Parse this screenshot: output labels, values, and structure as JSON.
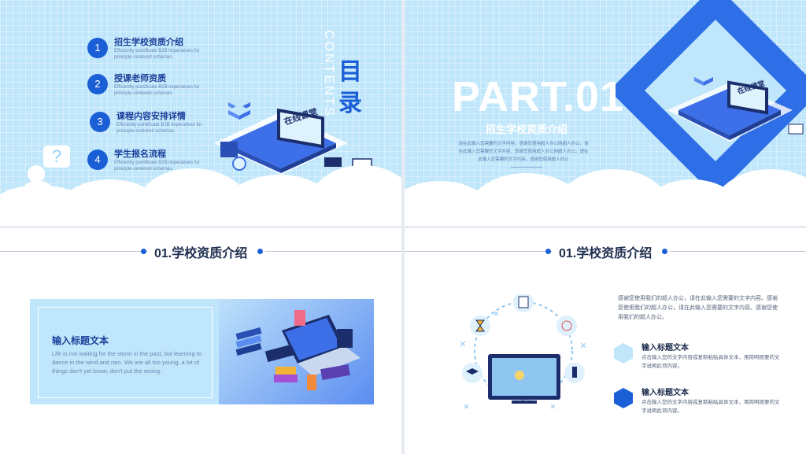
{
  "slide1": {
    "contents_en": "CONTENTS",
    "contents_cn": "目录",
    "items": [
      {
        "num": "1",
        "title": "招生学校资质介绍",
        "desc": "Efficiently pontificate B2B imperatives for principle-centered schemas."
      },
      {
        "num": "2",
        "title": "授课老师资质",
        "desc": "Efficiently pontificate B2B imperatives for principle-centered schemas."
      },
      {
        "num": "3",
        "title": "课程内容安排详情",
        "desc": "Efficiently pontificate B2B imperatives for principle-centered schemas."
      },
      {
        "num": "4",
        "title": "学生报名流程",
        "desc": "Efficiently pontificate B2B imperatives for principle-centered schemas."
      }
    ],
    "screen_text": "在线课堂"
  },
  "slide2": {
    "part": "PART.01",
    "subtitle": "招生学校资质介绍",
    "desc": "请在此输入您需要的文字内容，感谢您使用超人办公网超人办公。请在此输入您需要的文字内容，感谢您使用超人办公网超人办公。请在此输入您需要的文字内容，感谢您使用超人办公",
    "screen_text": "在线课堂"
  },
  "slide3": {
    "section_title": "01.学校资质介绍",
    "card_title": "输入标题文本",
    "card_text": "Life is not waiting for the storm in the past, but learning to dance in the wind and rain. We are all too young, a lot of things don't yet know, don't put the wrong."
  },
  "slide4": {
    "section_title": "01.学校资质介绍",
    "intro": "感谢您使用我们的超人办公，请在此输入您需要的文字内容。感谢您使用我们的超人办公，请在此输入您需要的文字内容。感谢您使用我们的超人办公。",
    "points": [
      {
        "title": "输入标题文本",
        "text": "点击输入您的文字内容或复制粘贴具体文本，用简明扼要的文字说明此项内容。",
        "icon": "hexagon-document-icon"
      },
      {
        "title": "输入标题文本",
        "text": "点击输入您的文字内容或复制粘贴具体文本，用简明扼要的文字说明此项内容。",
        "icon": "hexagon-gear-icon"
      }
    ]
  },
  "colors": {
    "accent": "#1b5fd6",
    "sky": "#bfe6fb",
    "dark": "#1e2e4f"
  }
}
